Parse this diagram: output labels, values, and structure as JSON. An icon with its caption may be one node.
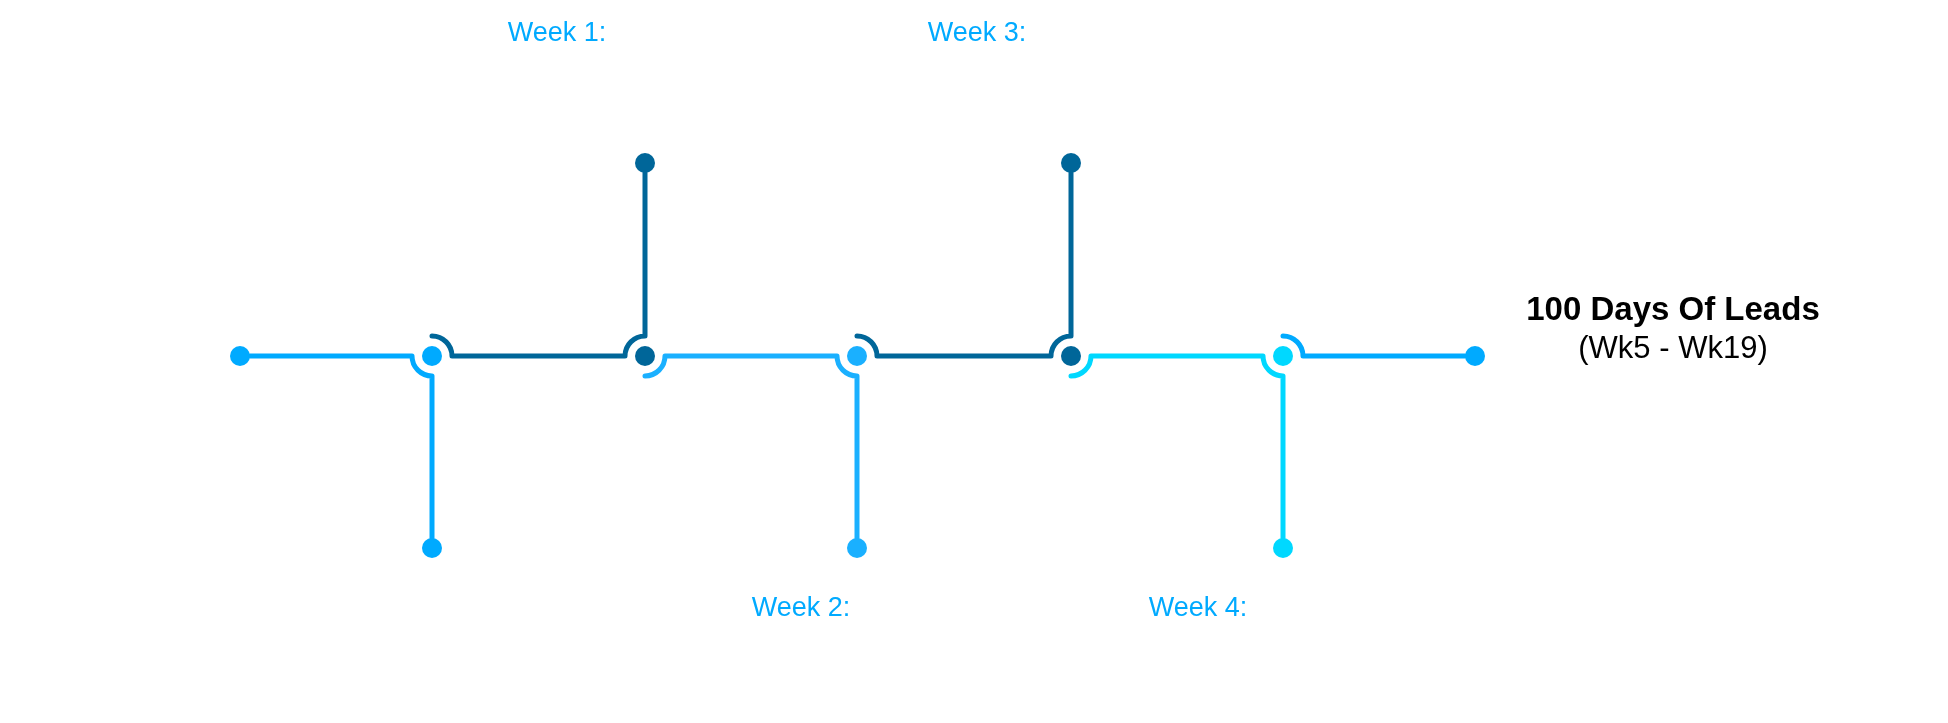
{
  "diagram": {
    "nodes": [
      {
        "text": [],
        "shape": "circle"
      },
      {
        "text": [],
        "shape": "circle"
      },
      {
        "text": [],
        "shape": "circle"
      },
      {
        "text": [],
        "shape": "circle"
      },
      {
        "text": [],
        "shape": "circle"
      },
      {
        "text": [],
        "shape": "circle"
      },
      {
        "text": [],
        "shape": "circle"
      },
      {
        "text": [],
        "shape": "circle"
      },
      {
        "text": [],
        "shape": "circle"
      },
      {
        "text": [],
        "shape": "circle"
      },
      {
        "text": [],
        "shape": "circle"
      },
      {
        "text": [],
        "shape": "circle"
      },
      {
        "text": [
          "100 Days Of Leads",
          "(Wk5 - Wk19)"
        ]
      }
    ],
    "edges": [
      {
        "from": 0,
        "to": 2,
        "arrow": "none"
      },
      {
        "from": 1,
        "to": 4,
        "arrow": "none",
        "color": "#006699"
      },
      {
        "from": 3,
        "to": 6,
        "arrow": "none",
        "color": "#1ab0ff"
      },
      {
        "from": 5,
        "to": 8,
        "arrow": "none",
        "color": "#006699"
      },
      {
        "from": 7,
        "to": 10,
        "arrow": "none",
        "color": "#00d8ff"
      },
      {
        "from": 9,
        "to": 11,
        "arrow": "none"
      }
    ],
    "labels": [
      "Week 1:",
      "Week 3:",
      "Week 2:",
      "Week 4:"
    ]
  }
}
